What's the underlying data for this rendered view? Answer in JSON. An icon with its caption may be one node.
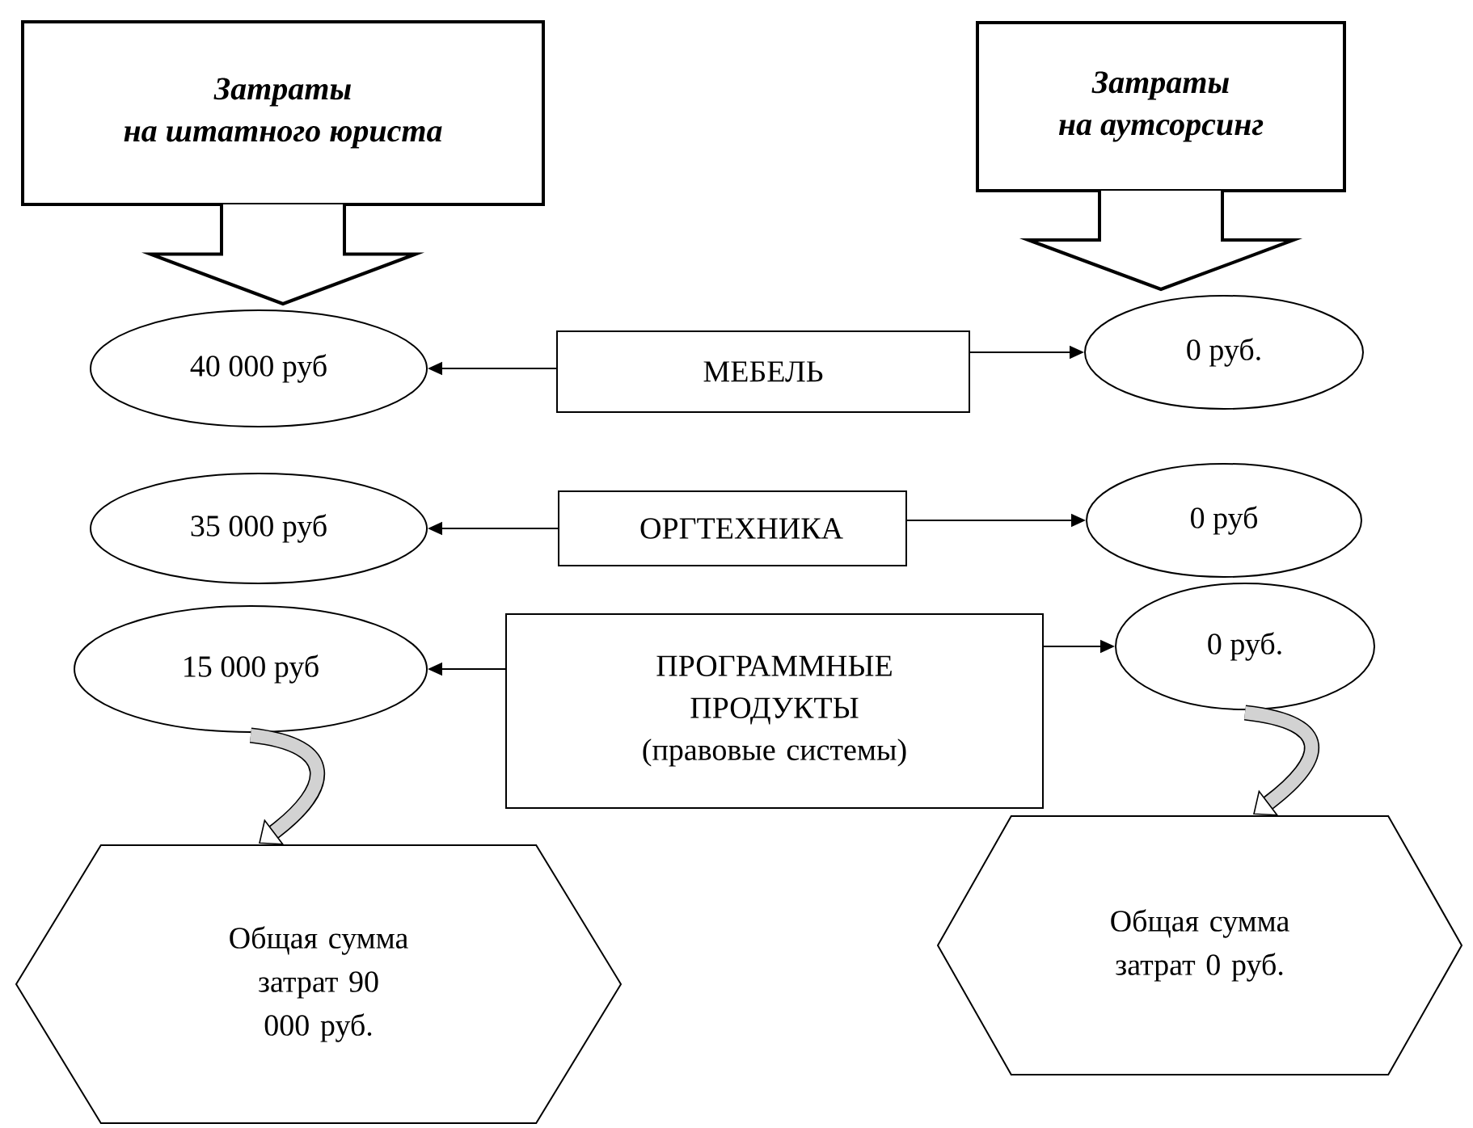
{
  "diagram": {
    "nodes": [
      {
        "text": [
          "Затраты",
          "на штатного юриста"
        ]
      },
      {
        "text": [
          "Затраты",
          "на аутсорсинг"
        ]
      },
      {
        "text": [
          "40 000 руб"
        ]
      },
      {
        "text": [
          "МЕБЕЛЬ"
        ]
      },
      {
        "text": [
          "0 руб."
        ]
      },
      {
        "text": [
          "35 000 руб"
        ]
      },
      {
        "text": [
          "ОРГТЕХНИКА"
        ]
      },
      {
        "text": [
          "0 руб"
        ]
      },
      {
        "text": [
          "15 000 руб"
        ]
      },
      {
        "text": [
          "ПРОГРАММНЫЕ ПРОДУКТЫ",
          "(правовые системы)"
        ]
      },
      {
        "text": [
          "0 руб."
        ]
      },
      {
        "text": [
          "Общая сумма затрат 90 000 руб."
        ]
      },
      {
        "text": [
          "Общая сумма затрат 0 руб."
        ]
      }
    ],
    "edges": [
      {
        "from": 0,
        "to": 2,
        "arrow": "to"
      },
      {
        "from": 1,
        "to": 4,
        "arrow": "to"
      },
      {
        "from": 3,
        "to": 2,
        "arrow": "to"
      },
      {
        "from": 3,
        "to": 4,
        "arrow": "to"
      },
      {
        "from": 6,
        "to": 5,
        "arrow": "to"
      },
      {
        "from": 6,
        "to": 7,
        "arrow": "to"
      },
      {
        "from": 9,
        "to": 8,
        "arrow": "to"
      },
      {
        "from": 9,
        "to": 10,
        "arrow": "to"
      },
      {
        "from": 8,
        "to": 11,
        "arrow": "to",
        "style": "thick"
      },
      {
        "from": 10,
        "to": 12,
        "arrow": "to",
        "style": "thick"
      }
    ]
  }
}
